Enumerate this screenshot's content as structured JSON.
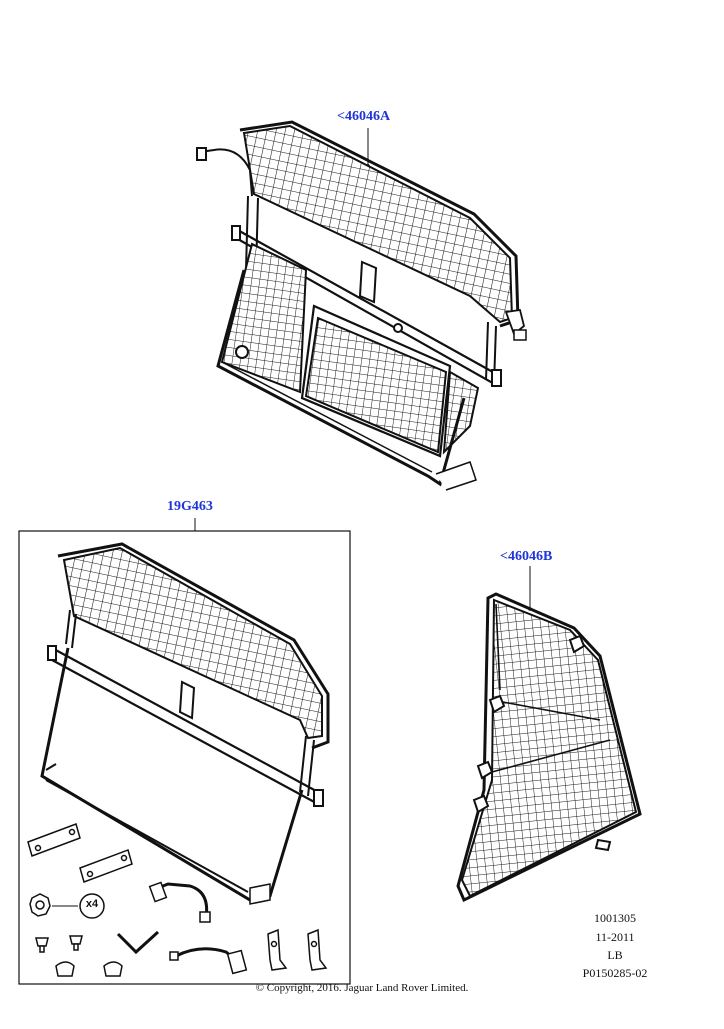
{
  "callouts": {
    "top_assembly": "<46046A",
    "kit_box": "19G463",
    "side_assembly": "<46046B"
  },
  "kit": {
    "quantity_badge": "x4"
  },
  "info_block": {
    "line1": "1001305",
    "line2": "11-2011",
    "line3": "LB",
    "line4": "P0150285-02"
  },
  "footer": {
    "copyright": "© Copyright, 2016. Jaguar Land Rover Limited."
  },
  "colors": {
    "callout_text": "#1f35d6",
    "line_art": "#111111",
    "background": "#ffffff"
  }
}
